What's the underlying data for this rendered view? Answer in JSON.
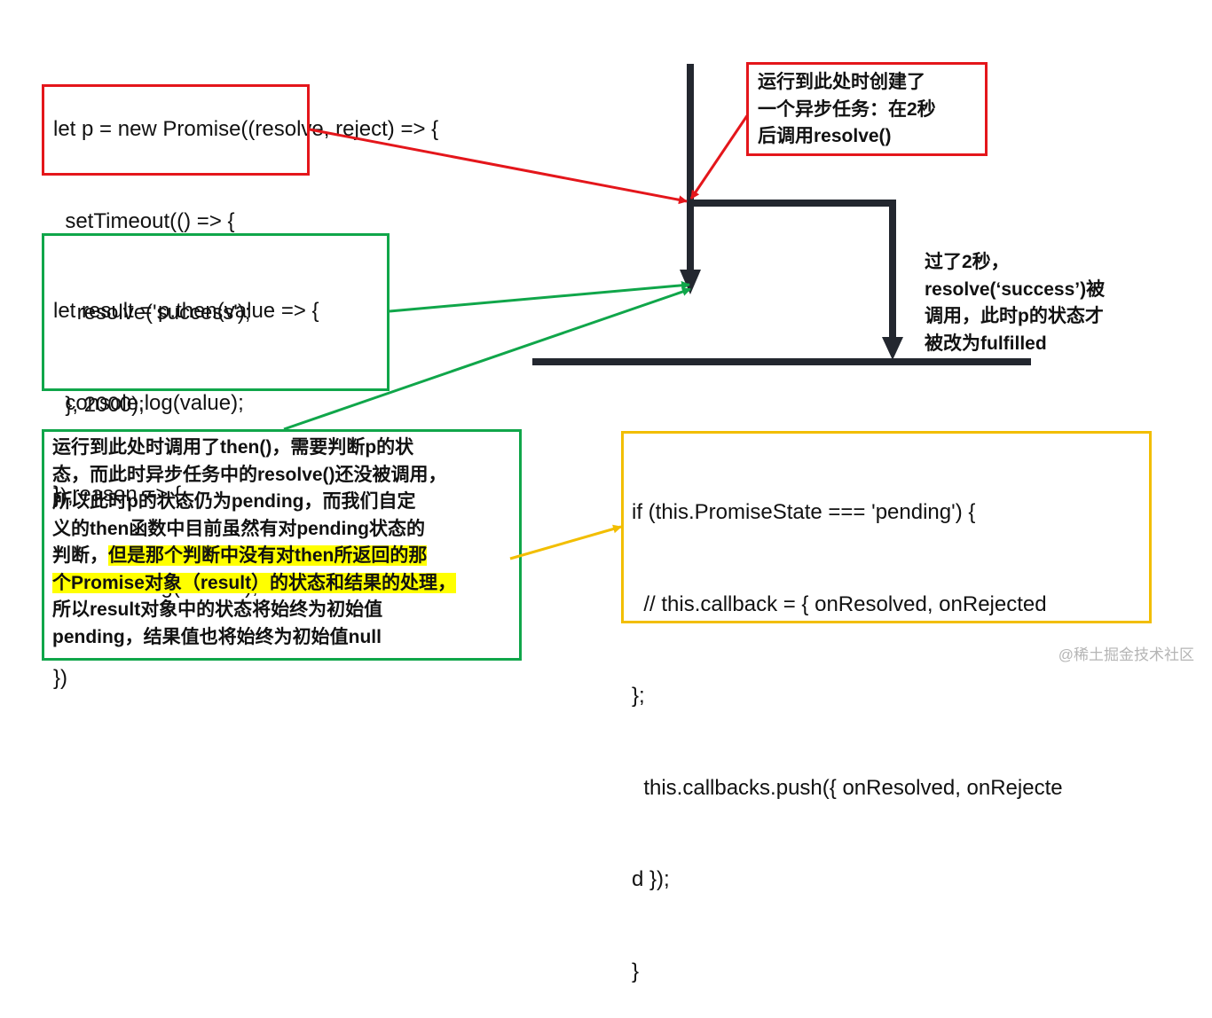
{
  "promise_code": [
    "let p = new Promise((resolve, reject) => {",
    "  setTimeout(() => {",
    "    resolve('success');",
    "  }, 2000);",
    "});"
  ],
  "then_code": [
    "let result = p.then(value => {",
    "  console.log(value);",
    "}, reason => {",
    "  console.log(reason);",
    "})"
  ],
  "async_note": [
    "运行到此处时创建了",
    "一个异步任务：在2秒",
    "后调用resolve()"
  ],
  "resolve_note": [
    "过了2秒，",
    "resolve(‘success’)被",
    "调用，此时p的状态才",
    "被改为fulfilled"
  ],
  "then_note": {
    "plain_lines": [
      "运行到此处时调用了then()，需要判断p的状",
      "态，而此时异步任务中的resolve()还没被调用，",
      "所以此时p的状态仍为pending，而我们自定",
      "义的then函数中目前虽然有对pending状态的"
    ],
    "mixed_prefix": "判断，",
    "highlight_lines": [
      "但是那个判断中没有对then所返回的那",
      "个Promise对象（result）的状态和结果的处理"
    ],
    "highlight_suffix": "，",
    "tail_lines": [
      "所以result对象中的状态将始终为初始值",
      "pending，结果值也将始终为初始值null"
    ]
  },
  "pending_code": [
    "if (this.PromiseState === 'pending') {",
    "  // this.callback = { onResolved, onRejected",
    "};",
    "  this.callbacks.push({ onResolved, onRejecte",
    "d });",
    "}"
  ],
  "watermark": "@稀土掘金技术社区",
  "colors": {
    "red": "#e4161b",
    "green": "#10a64a",
    "yellow": "#f2be00",
    "dark": "#23272f",
    "highlight": "#ffff00"
  }
}
